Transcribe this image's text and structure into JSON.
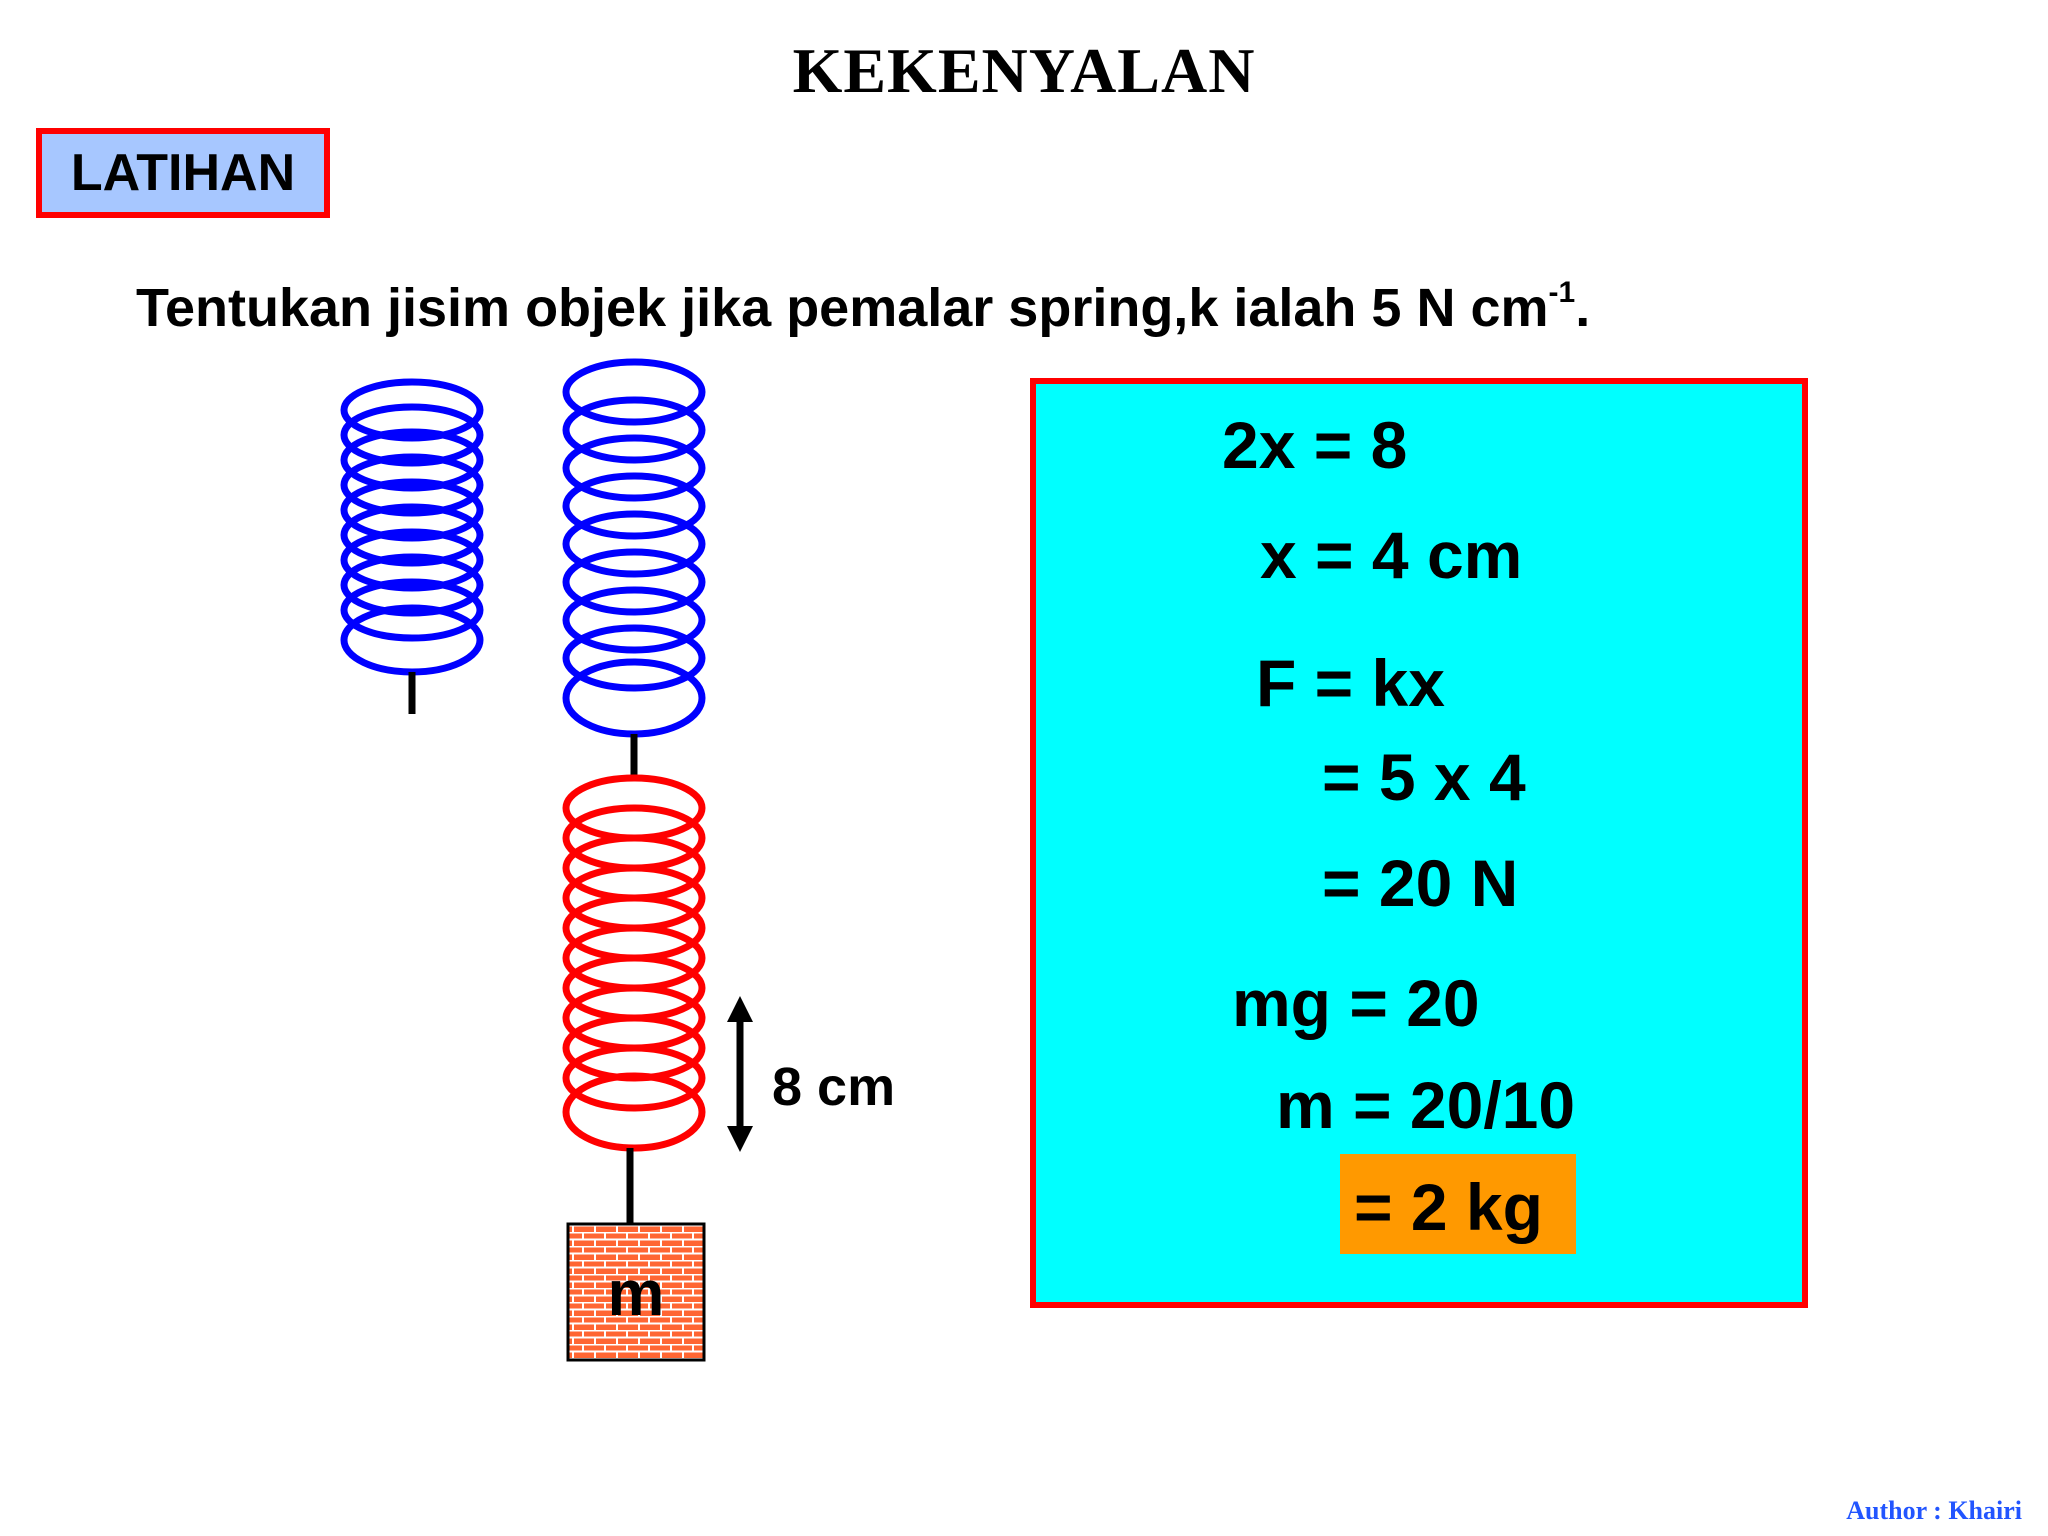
{
  "slide": {
    "title": "KEKENYALAN",
    "badge": "LATIHAN",
    "question": {
      "text": "Tentukan jisim objek jika pemalar spring,k ialah 5 N cm",
      "superscript": "-1",
      "suffix": "."
    }
  },
  "diagram": {
    "extension_label": "8 cm",
    "mass_label": "m",
    "colors": {
      "upper_spring": "#0000ff",
      "lower_spring": "#ff0000",
      "mass_block": "#ff6633"
    }
  },
  "solution": {
    "lines": [
      "2x = 8",
      "x = 4 cm",
      "F = kx",
      "= 5 x 4",
      "= 20 N",
      "mg = 20",
      "m = 20/10"
    ],
    "answer": "= 2 kg",
    "colors": {
      "box_fill": "#00ffff",
      "box_border": "#ff0000",
      "answer_fill": "#ff9900"
    }
  },
  "footer": {
    "author": "Author : Khairi"
  }
}
